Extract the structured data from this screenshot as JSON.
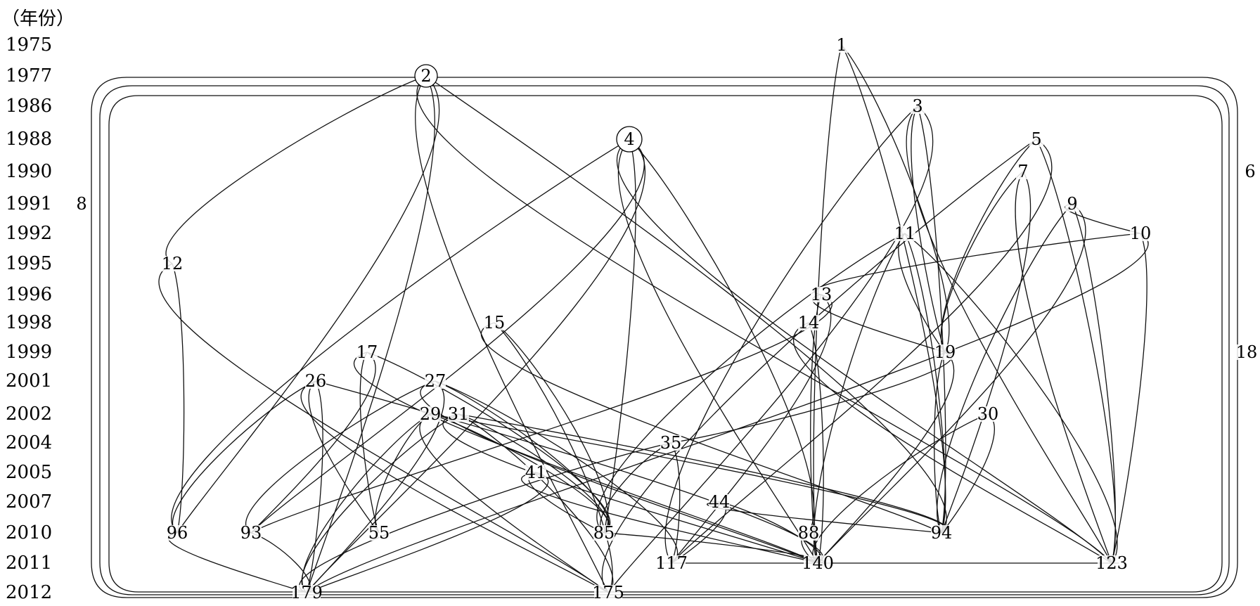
{
  "axis": {
    "title": "（年份）",
    "years": [
      "1975",
      "1977",
      "1986",
      "1988",
      "1990",
      "1991",
      "1992",
      "1995",
      "1996",
      "1998",
      "1999",
      "2001",
      "2002",
      "2004",
      "2005",
      "2007",
      "2010",
      "2011",
      "2012"
    ]
  },
  "nodes": [
    {
      "label": "1",
      "year": "1975"
    },
    {
      "label": "2",
      "year": "1977"
    },
    {
      "label": "3",
      "year": "1986"
    },
    {
      "label": "4",
      "year": "1988"
    },
    {
      "label": "5",
      "year": "1988"
    },
    {
      "label": "6",
      "year": "1990"
    },
    {
      "label": "7",
      "year": "1990"
    },
    {
      "label": "8",
      "year": "1991"
    },
    {
      "label": "9",
      "year": "1991"
    },
    {
      "label": "10",
      "year": "1992"
    },
    {
      "label": "11",
      "year": "1992"
    },
    {
      "label": "12",
      "year": "1995"
    },
    {
      "label": "13",
      "year": "1996"
    },
    {
      "label": "14",
      "year": "1998"
    },
    {
      "label": "15",
      "year": "1998"
    },
    {
      "label": "17",
      "year": "1999"
    },
    {
      "label": "18",
      "year": "1999"
    },
    {
      "label": "19",
      "year": "1999"
    },
    {
      "label": "26",
      "year": "2001"
    },
    {
      "label": "27",
      "year": "2001"
    },
    {
      "label": "29",
      "year": "2002"
    },
    {
      "label": "31",
      "year": "2002"
    },
    {
      "label": "30",
      "year": "2002"
    },
    {
      "label": "35",
      "year": "2004"
    },
    {
      "label": "41",
      "year": "2005"
    },
    {
      "label": "44",
      "year": "2007"
    },
    {
      "label": "96",
      "year": "2010"
    },
    {
      "label": "93",
      "year": "2010"
    },
    {
      "label": "55",
      "year": "2010"
    },
    {
      "label": "85",
      "year": "2010"
    },
    {
      "label": "88",
      "year": "2010"
    },
    {
      "label": "94",
      "year": "2010"
    },
    {
      "label": "117",
      "year": "2011"
    },
    {
      "label": "140",
      "year": "2011"
    },
    {
      "label": "123",
      "year": "2011"
    },
    {
      "label": "179",
      "year": "2012"
    },
    {
      "label": "175",
      "year": "2012"
    }
  ],
  "edges": [
    [
      "2",
      "179"
    ],
    [
      "2",
      "175"
    ],
    [
      "2",
      "96"
    ],
    [
      "2",
      "123"
    ],
    [
      "2",
      "94"
    ],
    [
      "2",
      "12"
    ],
    [
      "1",
      "94"
    ],
    [
      "1",
      "140"
    ],
    [
      "1",
      "19"
    ],
    [
      "3",
      "19"
    ],
    [
      "3",
      "94"
    ],
    [
      "3",
      "123"
    ],
    [
      "3",
      "175"
    ],
    [
      "3",
      "117"
    ],
    [
      "4",
      "85"
    ],
    [
      "4",
      "96"
    ],
    [
      "4",
      "93"
    ],
    [
      "4",
      "140"
    ],
    [
      "4",
      "88"
    ],
    [
      "4",
      "123"
    ],
    [
      "4",
      "179"
    ],
    [
      "5",
      "19"
    ],
    [
      "5",
      "123"
    ],
    [
      "5",
      "175"
    ],
    [
      "5",
      "117"
    ],
    [
      "7",
      "19"
    ],
    [
      "7",
      "94"
    ],
    [
      "7",
      "123"
    ],
    [
      "9",
      "123"
    ],
    [
      "9",
      "94"
    ],
    [
      "9",
      "140"
    ],
    [
      "9",
      "10"
    ],
    [
      "10",
      "123"
    ],
    [
      "10",
      "13"
    ],
    [
      "10",
      "179"
    ],
    [
      "11",
      "19"
    ],
    [
      "11",
      "94"
    ],
    [
      "11",
      "140"
    ],
    [
      "11",
      "123"
    ],
    [
      "11",
      "85"
    ],
    [
      "12",
      "96"
    ],
    [
      "12",
      "175"
    ],
    [
      "13",
      "93"
    ],
    [
      "13",
      "19"
    ],
    [
      "13",
      "117"
    ],
    [
      "13",
      "140"
    ],
    [
      "14",
      "140"
    ],
    [
      "14",
      "123"
    ],
    [
      "15",
      "85"
    ],
    [
      "15",
      "94"
    ],
    [
      "15",
      "175"
    ],
    [
      "17",
      "55"
    ],
    [
      "17",
      "85"
    ],
    [
      "17",
      "140"
    ],
    [
      "17",
      "93"
    ],
    [
      "26",
      "96"
    ],
    [
      "26",
      "179"
    ],
    [
      "26",
      "175"
    ],
    [
      "26",
      "140"
    ],
    [
      "26",
      "55"
    ],
    [
      "27",
      "85"
    ],
    [
      "27",
      "140"
    ],
    [
      "27",
      "179"
    ],
    [
      "27",
      "93"
    ],
    [
      "27",
      "117"
    ],
    [
      "29",
      "55"
    ],
    [
      "29",
      "94"
    ],
    [
      "29",
      "179"
    ],
    [
      "29",
      "85"
    ],
    [
      "29",
      "175"
    ],
    [
      "31",
      "85"
    ],
    [
      "31",
      "140"
    ],
    [
      "31",
      "175"
    ],
    [
      "31",
      "179"
    ],
    [
      "31",
      "94"
    ],
    [
      "30",
      "140"
    ],
    [
      "30",
      "94"
    ],
    [
      "35",
      "85"
    ],
    [
      "35",
      "117"
    ],
    [
      "35",
      "179"
    ],
    [
      "35",
      "19"
    ],
    [
      "41",
      "85"
    ],
    [
      "41",
      "179"
    ],
    [
      "41",
      "140"
    ],
    [
      "44",
      "140"
    ],
    [
      "44",
      "94"
    ],
    [
      "44",
      "117"
    ],
    [
      "96",
      "179"
    ],
    [
      "93",
      "179"
    ],
    [
      "117",
      "140"
    ],
    [
      "140",
      "123"
    ],
    [
      "88",
      "140"
    ],
    [
      "85",
      "140"
    ],
    [
      "19",
      "94"
    ],
    [
      "19",
      "140"
    ]
  ]
}
